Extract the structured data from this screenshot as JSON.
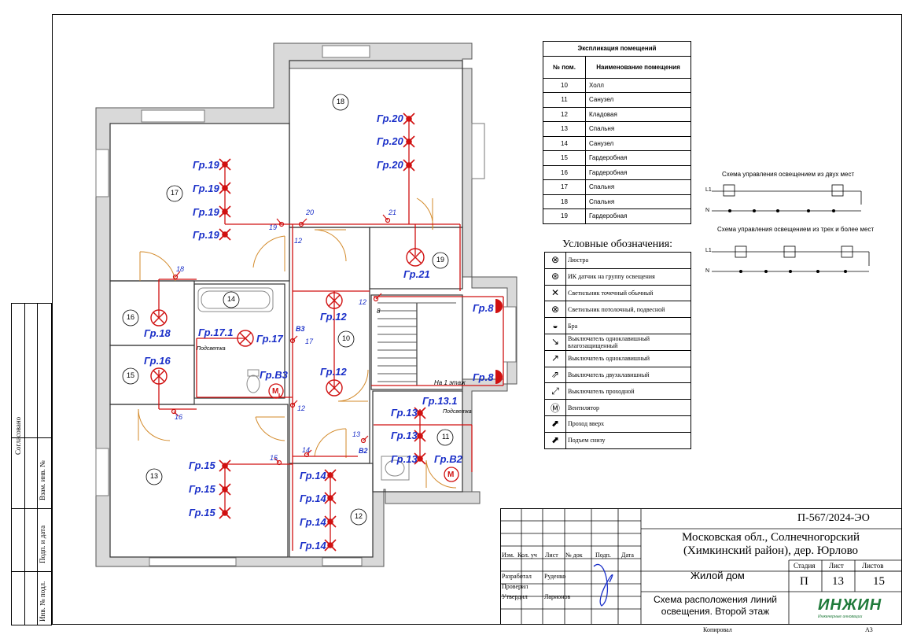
{
  "explication": {
    "title": "Экспликация помещений",
    "col_num": "№ пом.",
    "col_name": "Наименование помещения",
    "rows": [
      {
        "num": "10",
        "name": "Холл"
      },
      {
        "num": "11",
        "name": "Санузел"
      },
      {
        "num": "12",
        "name": "Кладовая"
      },
      {
        "num": "13",
        "name": "Спальня"
      },
      {
        "num": "14",
        "name": "Санузел"
      },
      {
        "num": "15",
        "name": "Гардеробная"
      },
      {
        "num": "16",
        "name": "Гардеробная"
      },
      {
        "num": "17",
        "name": "Спальня"
      },
      {
        "num": "18",
        "name": "Спальня"
      },
      {
        "num": "19",
        "name": "Гардеробная"
      }
    ]
  },
  "legend": {
    "title": "Условные обозначения:",
    "items": [
      {
        "icon": "chandelier-icon",
        "label": "Люстра"
      },
      {
        "icon": "ir-sensor-icon",
        "label": "ИК датчик на группу освещения"
      },
      {
        "icon": "spot-light-icon",
        "label": "Светильник точечный обычный"
      },
      {
        "icon": "ceiling-light-icon",
        "label": "Светильник потолочный, подвесной"
      },
      {
        "icon": "sconce-icon",
        "label": "Бра"
      },
      {
        "icon": "switch-waterproof-icon",
        "label": "Выключатель одноклавишный влагозащищенный"
      },
      {
        "icon": "switch-single-icon",
        "label": "Выключатель одноклавишный"
      },
      {
        "icon": "switch-double-icon",
        "label": "Выключатель двухклавишный"
      },
      {
        "icon": "switch-passthrough-icon",
        "label": "Выключатель проходной"
      },
      {
        "icon": "fan-icon",
        "label": "Вентилятор"
      },
      {
        "icon": "pass-up-icon",
        "label": "Проход вверх"
      },
      {
        "icon": "rise-from-below-icon",
        "label": "Подъем снизу"
      }
    ]
  },
  "schemes": {
    "two_places": "Схема управления освещением из двух мест",
    "three_places": "Схема управления освещением из трех и более мест",
    "l1": "L1",
    "n": "N"
  },
  "rooms": {
    "r10": "10",
    "r11": "11",
    "r12": "12",
    "r13": "13",
    "r14": "14",
    "r15": "15",
    "r16": "16",
    "r17": "17",
    "r18": "18",
    "r19": "19"
  },
  "groups": {
    "gr20": "Гр.20",
    "gr19": "Гр.19",
    "gr21": "Гр.21",
    "gr18": "Гр.18",
    "gr17": "Гр.17",
    "gr171": "Гр.17.1",
    "gr16": "Гр.16",
    "gr12": "Гр.12",
    "grb3": "Гр.B3",
    "gr8": "Гр.8",
    "gr131": "Гр.13.1",
    "gr13": "Гр.13",
    "grb2": "Гр.B2",
    "gr15": "Гр.15",
    "gr14": "Гр.14"
  },
  "annotations": {
    "podsvetka": "Подсветка",
    "to_floor1": "На 1 этаж",
    "b3": "B3",
    "b2": "B2",
    "n8": "8",
    "n12": "12",
    "n13": "13",
    "n14": "14",
    "n15": "15",
    "n16": "16",
    "n17": "17",
    "n18": "18",
    "n19": "19",
    "n20": "20",
    "n21": "21"
  },
  "side_stamp": {
    "agreed": "Согласовано",
    "inv_no": "Взам. инв. №",
    "sign_date": "Подп. и дата",
    "inv_orig": "Инв. № подл."
  },
  "title_block": {
    "doc_code": "П-567/2024-ЭО",
    "location": "Московская обл., Солнечногорский (Химкинский район), дер. Юрлово",
    "object": "Жилой дом",
    "sheet_title": "Схема расположения линий освещения. Второй этаж",
    "stage_label": "Стадия",
    "sheet_label": "Лист",
    "sheets_label": "Листов",
    "stage": "П",
    "sheet": "13",
    "sheets": "15",
    "col_izm": "Изм.",
    "col_kol": "Кол. уч",
    "col_list": "Лист",
    "col_ndok": "№ док",
    "col_podp": "Подп.",
    "col_data": "Дата",
    "developed": "Разработал",
    "developer": "Руденко",
    "checked": "Проверил",
    "approved": "Утвердил",
    "approver": "Ларионов",
    "logo": "ИНЖИН",
    "logo_sub": "Инженерные инновации",
    "copied": "Копировал",
    "format": "А3"
  }
}
